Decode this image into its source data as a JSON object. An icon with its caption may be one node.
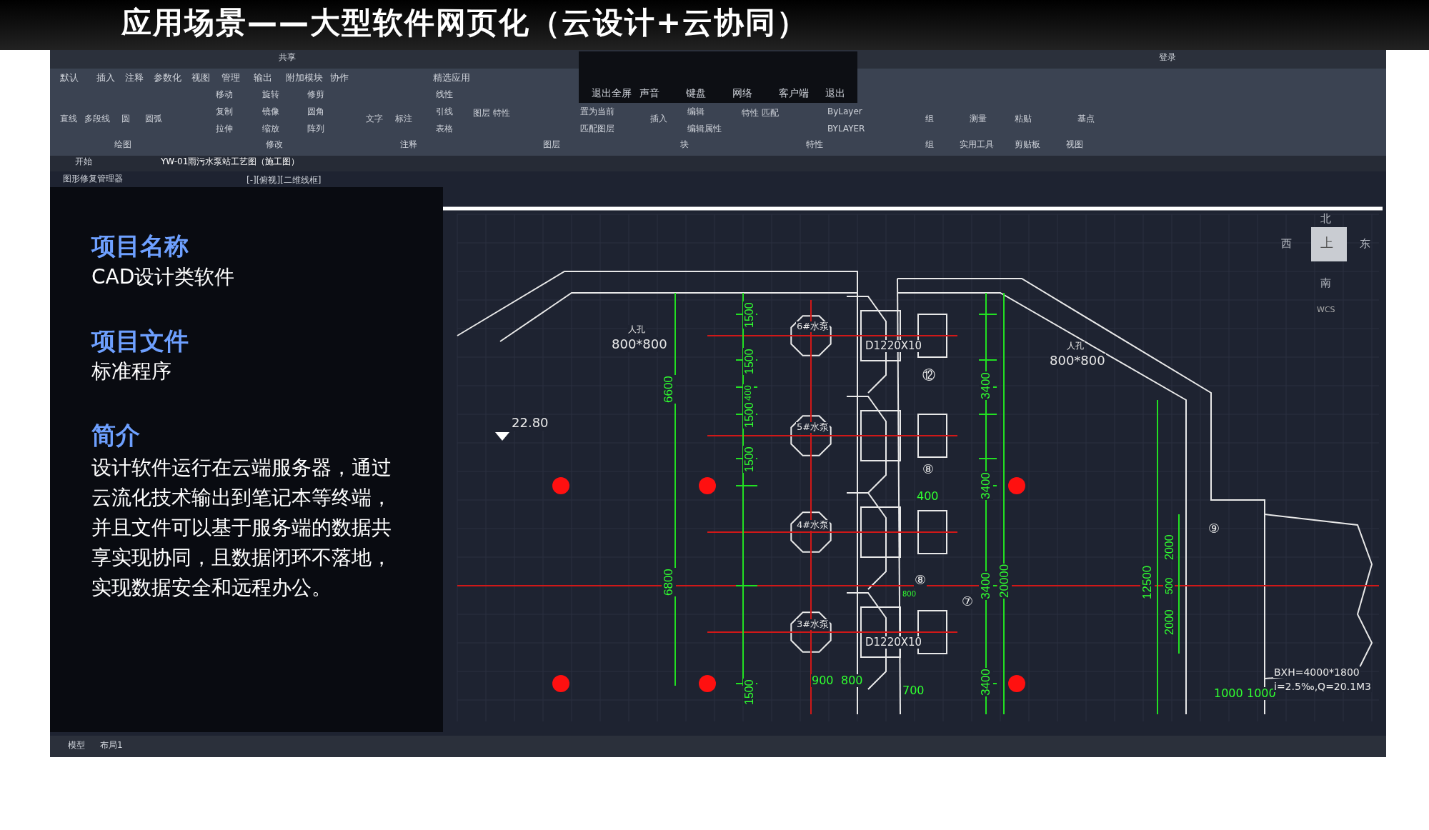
{
  "diagram": {
    "title": "应用场景——大型软件网页化（云设计+云协同）",
    "labels": [
      "退出全屏",
      "声音",
      "键盘",
      "网络",
      "客户端",
      "退出",
      "默认",
      "插入",
      "注释",
      "参数化",
      "视图",
      "管理",
      "输出",
      "附加模块",
      "协作",
      "精选应用",
      "直线",
      "多段线",
      "圆",
      "圆弧",
      "移动",
      "旋转",
      "修剪",
      "复制",
      "镜像",
      "圆角",
      "拉伸",
      "缩放",
      "阵列",
      "文字",
      "标注",
      "线性",
      "引线",
      "表格",
      "图层 特性",
      "置为当前",
      "匹配图层",
      "插入",
      "编辑",
      "编辑属性",
      "特性 匹配",
      "ByLayer",
      "BYLAYER",
      "组",
      "测量",
      "粘贴",
      "基点",
      "绘图",
      "修改",
      "注释",
      "图层",
      "块",
      "特性",
      "组",
      "实用工具",
      "剪贴板",
      "视图",
      "共享",
      "登录",
      "开始",
      "YW-01雨污水泵站工艺图（施工图）",
      "图形修复管理器",
      "[-][俯视][二维线框]",
      "北",
      "西",
      "上",
      "东",
      "南",
      "WCS",
      "模型",
      "布局1",
      "项目名称",
      "CAD设计类软件",
      "项目文件",
      "标准程序",
      "简介",
      "设计软件运行在云端服务器，通过云流化技术输出到笔记本等终端，并且文件可以基于服务端的数据共享实现协同，且数据闭环不落地，实现数据安全和远程办公。",
      "人孔",
      "800*800",
      "人孔",
      "800*800",
      "22.80",
      "6#水泵",
      "5#水泵",
      "4#水泵",
      "3#水泵",
      "D1220X10",
      "D1220X10",
      "6600",
      "6800",
      "1500",
      "1500",
      "400",
      "1500",
      "1500",
      "1500",
      "3400",
      "3400",
      "3400",
      "3400",
      "20000",
      "12500",
      "2000",
      "500",
      "2000",
      "400",
      "800",
      "900",
      "800",
      "700",
      "1000",
      "1000",
      "BXH=4000*1800",
      "i=2.5‰,Q=20.1M3",
      "⑫",
      "⑧",
      "⑧",
      "⑦",
      "⑨"
    ]
  }
}
